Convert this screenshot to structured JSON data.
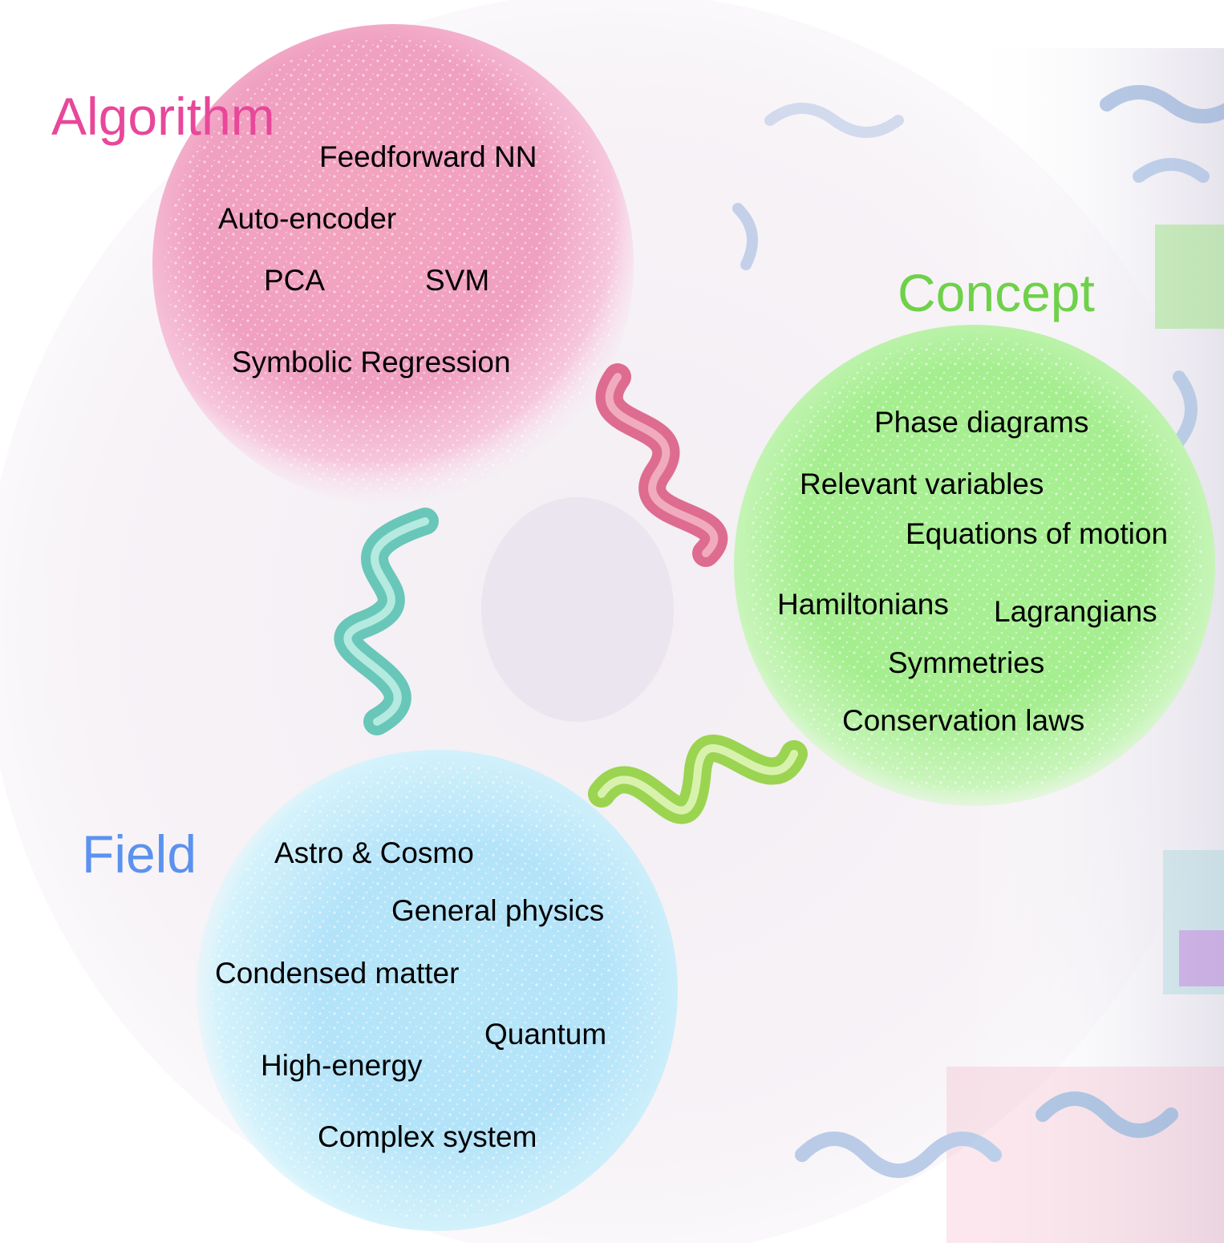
{
  "algorithm": {
    "title": "Algorithm",
    "color": "#e8479a",
    "items": [
      "Feedforward NN",
      "Auto-encoder",
      "PCA",
      "SVM",
      "Symbolic Regression"
    ]
  },
  "concept": {
    "title": "Concept",
    "color": "#6fd14a",
    "items": [
      "Phase diagrams",
      "Relevant variables",
      "Equations of motion",
      "Hamiltonians",
      "Lagrangians",
      "Symmetries",
      "Conservation laws"
    ]
  },
  "field": {
    "title": "Field",
    "color": "#5b92ef",
    "items": [
      "Astro & Cosmo",
      "General physics",
      "Condensed matter",
      "Quantum",
      "High-energy",
      "Complex system"
    ]
  }
}
